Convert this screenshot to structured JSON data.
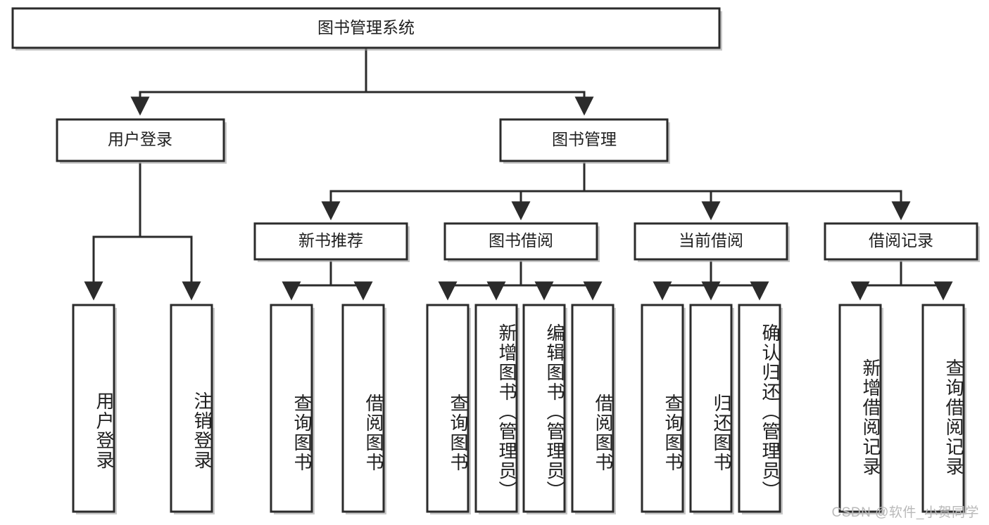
{
  "diagram": {
    "type": "tree-hierarchy-chart",
    "title": "图书管理系统",
    "root": {
      "id": "root",
      "label": "图书管理系统",
      "orientation": "horizontal"
    },
    "level2": [
      {
        "id": "user-login",
        "label": "用户登录",
        "orientation": "horizontal"
      },
      {
        "id": "book-manage",
        "label": "图书管理",
        "orientation": "horizontal"
      }
    ],
    "level3": [
      {
        "id": "new-book-rec",
        "label": "新书推荐",
        "parent": "book-manage",
        "orientation": "horizontal"
      },
      {
        "id": "book-borrow",
        "label": "图书借阅",
        "parent": "book-manage",
        "orientation": "horizontal"
      },
      {
        "id": "current-borrow",
        "label": "当前借阅",
        "parent": "book-manage",
        "orientation": "horizontal"
      },
      {
        "id": "borrow-record",
        "label": "借阅记录",
        "parent": "book-manage",
        "orientation": "horizontal"
      }
    ],
    "leaves": [
      {
        "id": "leaf-user-login",
        "label": "用户登录",
        "parent": "user-login",
        "orientation": "vertical"
      },
      {
        "id": "leaf-logout-login",
        "label": "注销登录",
        "parent": "user-login",
        "orientation": "vertical"
      },
      {
        "id": "leaf-query-book-1",
        "label": "查询图书",
        "parent": "new-book-rec",
        "orientation": "vertical"
      },
      {
        "id": "leaf-borrow-book-1",
        "label": "借阅图书",
        "parent": "new-book-rec",
        "orientation": "vertical"
      },
      {
        "id": "leaf-query-book-2",
        "label": "查询图书",
        "parent": "book-borrow",
        "orientation": "vertical"
      },
      {
        "id": "leaf-add-book",
        "label": "新增图书（管理员）",
        "parent": "book-borrow",
        "orientation": "vertical"
      },
      {
        "id": "leaf-edit-book",
        "label": "编辑图书（管理员）",
        "parent": "book-borrow",
        "orientation": "vertical"
      },
      {
        "id": "leaf-borrow-book-2",
        "label": "借阅图书",
        "parent": "book-borrow",
        "orientation": "vertical"
      },
      {
        "id": "leaf-query-book-3",
        "label": "查询图书",
        "parent": "current-borrow",
        "orientation": "vertical"
      },
      {
        "id": "leaf-return-book",
        "label": "归还图书",
        "parent": "current-borrow",
        "orientation": "vertical"
      },
      {
        "id": "leaf-confirm-return",
        "label": "确认归还（管理员）",
        "parent": "current-borrow",
        "orientation": "vertical"
      },
      {
        "id": "leaf-add-record",
        "label": "新增借阅记录",
        "parent": "borrow-record",
        "orientation": "vertical"
      },
      {
        "id": "leaf-query-record",
        "label": "查询借阅记录",
        "parent": "borrow-record",
        "orientation": "vertical"
      }
    ],
    "colors": {
      "box_fill": "#ffffff",
      "box_stroke": "#2b2b2b",
      "connector": "#2b2b2b",
      "text": "#1f1f1f",
      "watermark": "#b9b9b9",
      "background": "#ffffff"
    }
  },
  "watermark": {
    "text": "CSDN @软件_小贺同学"
  }
}
